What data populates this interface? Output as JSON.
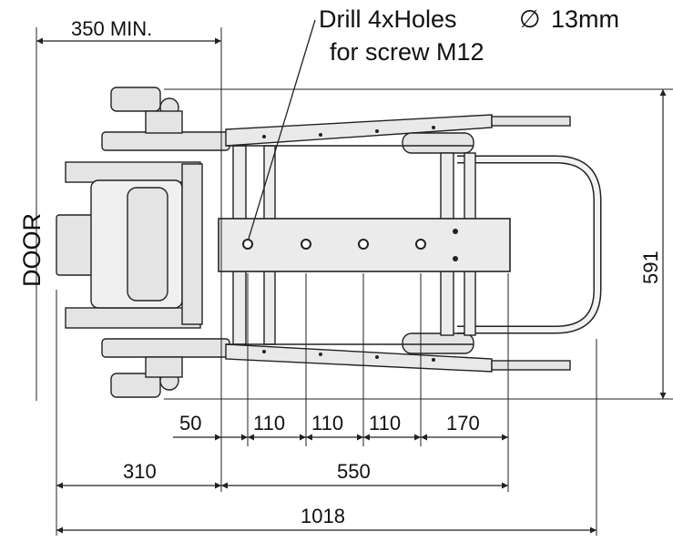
{
  "labels": {
    "door": "DOOR",
    "min_distance": "350 MIN.",
    "drill_line1": "Drill 4xHoles",
    "diameter_symbol": "∅",
    "drill_size": "13mm",
    "drill_line2": "for screw M12"
  },
  "dimensions": {
    "offset_50": "50",
    "spacing_1": "110",
    "spacing_2": "110",
    "spacing_3": "110",
    "end_170": "170",
    "front_310": "310",
    "base_550": "550",
    "total_1018": "1018",
    "width_591": "591"
  },
  "colors": {
    "line": "#222222",
    "fill": "#e4e4e4",
    "background": "#ffffff"
  }
}
